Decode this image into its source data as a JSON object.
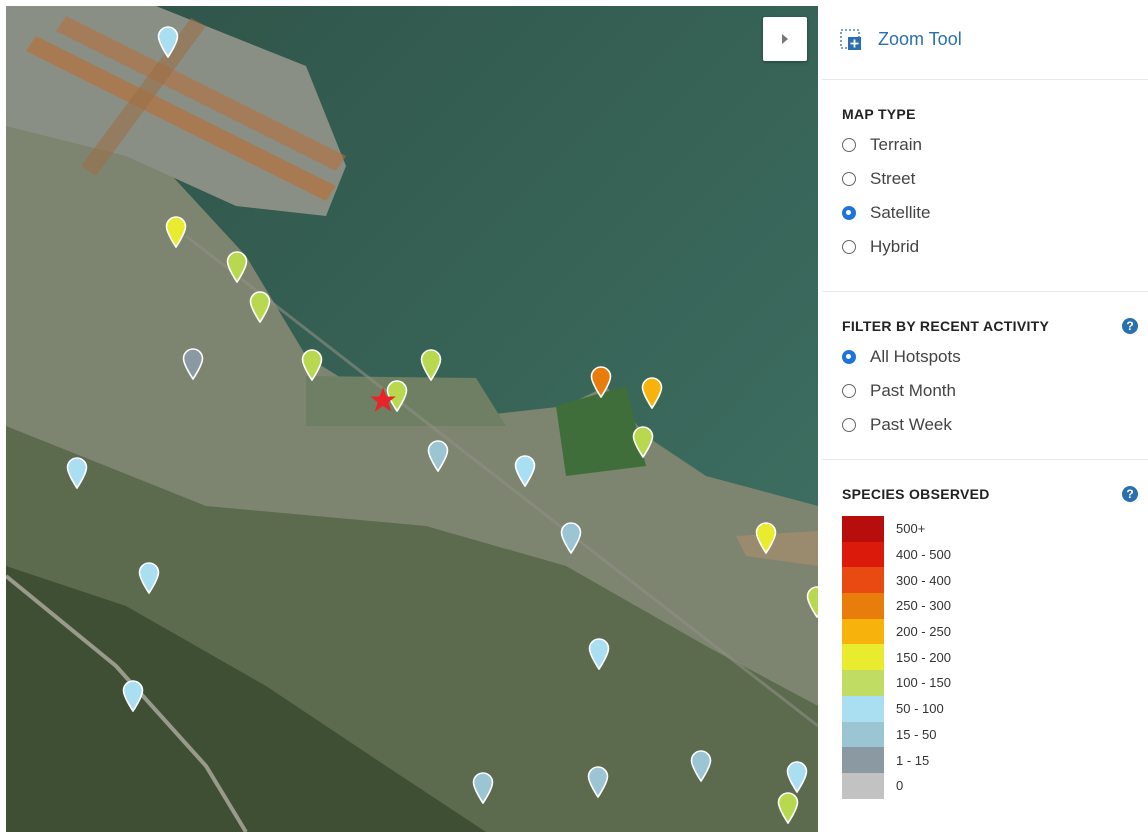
{
  "map": {
    "collapse_icon": "chevron-right-icon",
    "pins": [
      {
        "color": "#a9dff0",
        "value": "50 - 100"
      },
      {
        "color": "#e9eb2f",
        "value": "150 - 200"
      },
      {
        "color": "#b7d84f",
        "value": "100 - 150"
      },
      {
        "color": "#b7d84f",
        "value": "100 - 150"
      },
      {
        "color": "#8b9aa2",
        "value": "1 - 15"
      },
      {
        "color": "#b7d84f",
        "value": "100 - 150"
      },
      {
        "color": "#b7d84f",
        "value": "100 - 150"
      },
      {
        "color": "#b7d84f",
        "value": "100 - 150"
      },
      {
        "color": "#e87d0c",
        "value": "250 - 300"
      },
      {
        "color": "#f7b20c",
        "value": "200 - 250"
      },
      {
        "color": "#b7d84f",
        "value": "100 - 150"
      },
      {
        "color": "#9cc5d4",
        "value": "15 - 50"
      },
      {
        "color": "#a9dff0",
        "value": "50 - 100"
      },
      {
        "color": "#a9dff0",
        "value": "50 - 100"
      },
      {
        "color": "#9cc5d4",
        "value": "15 - 50"
      },
      {
        "color": "#e9eb2f",
        "value": "150 - 200"
      },
      {
        "color": "#a9dff0",
        "value": "50 - 100"
      },
      {
        "color": "#b7d84f",
        "value": "100 - 150"
      },
      {
        "color": "#a9dff0",
        "value": "50 - 100"
      },
      {
        "color": "#a9dff0",
        "value": "50 - 100"
      },
      {
        "color": "#9cc5d4",
        "value": "15 - 50"
      },
      {
        "color": "#9cc5d4",
        "value": "15 - 50"
      },
      {
        "color": "#9cc5d4",
        "value": "15 - 50"
      },
      {
        "color": "#a9dff0",
        "value": "50 - 100"
      },
      {
        "color": "#b7d84f",
        "value": "100 - 150"
      }
    ],
    "star_color": "#e8232a"
  },
  "panel": {
    "zoom_tool": {
      "label": "Zoom Tool",
      "icon": "zoom-box-icon"
    },
    "map_type": {
      "title": "MAP TYPE",
      "options": [
        {
          "label": "Terrain",
          "selected": false
        },
        {
          "label": "Street",
          "selected": false
        },
        {
          "label": "Satellite",
          "selected": true
        },
        {
          "label": "Hybrid",
          "selected": false
        }
      ]
    },
    "filter": {
      "title": "FILTER BY RECENT ACTIVITY",
      "help_icon": "question-circle-icon",
      "options": [
        {
          "label": "All Hotspots",
          "selected": true
        },
        {
          "label": "Past Month",
          "selected": false
        },
        {
          "label": "Past Week",
          "selected": false
        }
      ]
    },
    "species": {
      "title": "SPECIES OBSERVED",
      "help_icon": "question-circle-icon",
      "legend": [
        {
          "label": "500+",
          "color": "#b80d0d"
        },
        {
          "label": "400 - 500",
          "color": "#dc1a0c"
        },
        {
          "label": "300 - 400",
          "color": "#e84a12"
        },
        {
          "label": "250 - 300",
          "color": "#e87d0c"
        },
        {
          "label": "200 - 250",
          "color": "#f7b20c"
        },
        {
          "label": "150 - 200",
          "color": "#e9eb2f"
        },
        {
          "label": "100 - 150",
          "color": "#c0dc63"
        },
        {
          "label": "50 - 100",
          "color": "#a9dff0"
        },
        {
          "label": "15 - 50",
          "color": "#9cc5d4"
        },
        {
          "label": "1 - 15",
          "color": "#8b9aa2"
        },
        {
          "label": "0",
          "color": "#c2c2c2"
        }
      ]
    }
  }
}
